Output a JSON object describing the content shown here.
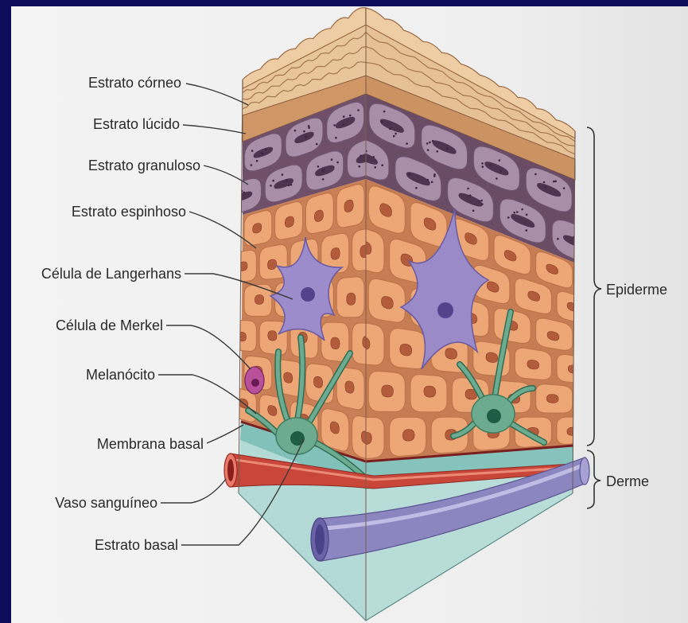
{
  "labels": {
    "corneum": "Estrato córneo",
    "lucidum": "Estrato lúcido",
    "granulosum": "Estrato granuloso",
    "spinosum": "Estrato espinhoso",
    "langerhans_cell": "Célula de Langerhans",
    "merkel_cell": "Célula de Merkel",
    "melanocyte": "Melanócito",
    "basement_membrane": "Membrana basal",
    "blood_vessel": "Vaso sanguíneo",
    "basale": "Estrato basal"
  },
  "regions": {
    "epidermis": "Epiderme",
    "dermis": "Derme"
  },
  "colors": {
    "frame": "#0c0c5a",
    "label_text": "#2a2a2a",
    "keratinocyte": "#eda676",
    "granular_layer": "#6f5068",
    "langerhans": "#9c8ccc",
    "melanocyte": "#6cab8f",
    "merkel": "#b8509a",
    "dermis": "#b3dad6",
    "artery": "#c8463a",
    "vein": "#8c86c0"
  }
}
